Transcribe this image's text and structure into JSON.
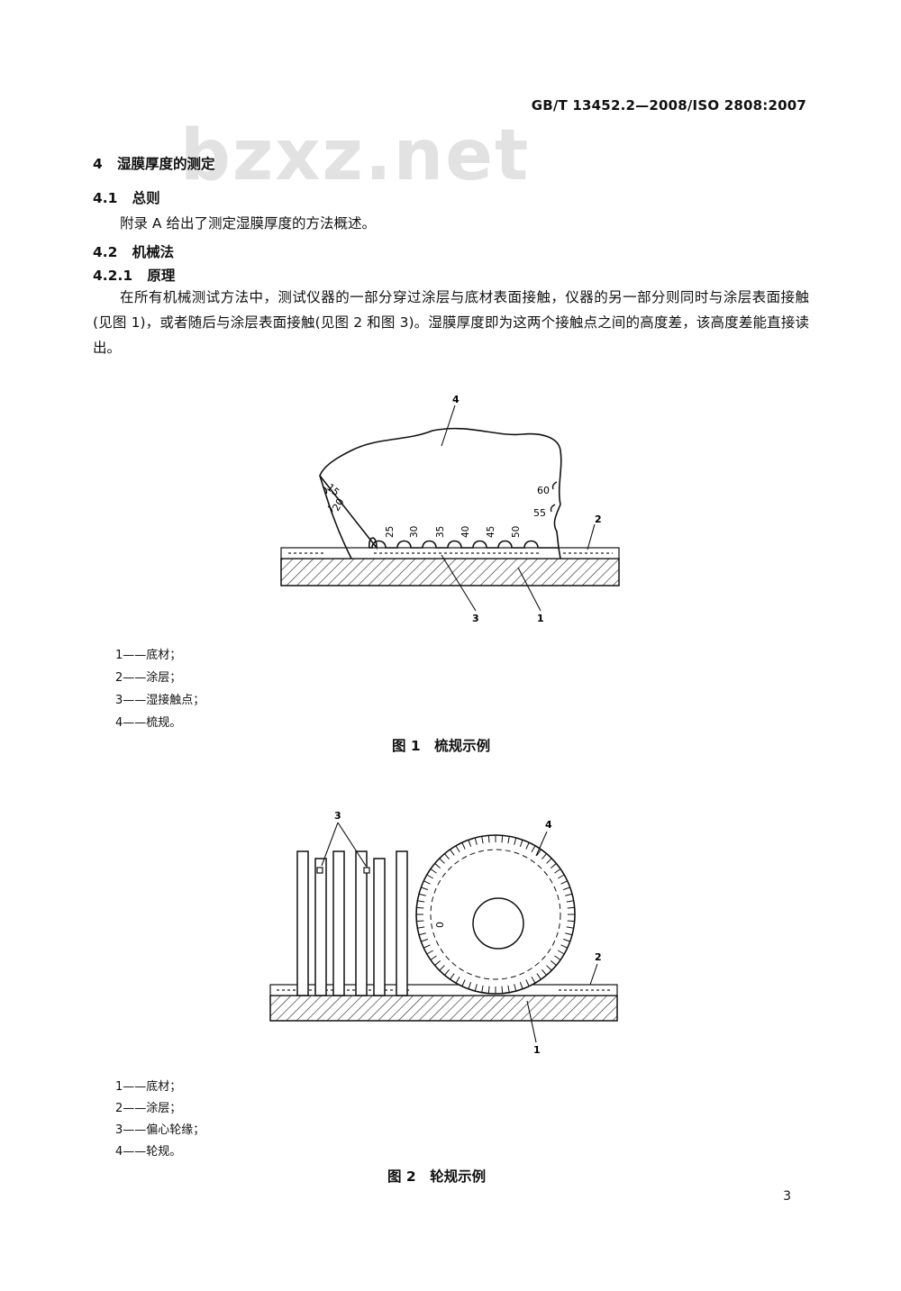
{
  "header": {
    "std_code": "GB/T 13452.2—2008/ISO 2808:2007"
  },
  "watermark": "bzxz.net",
  "section4": {
    "num": "4",
    "title": "湿膜厚度的测定"
  },
  "s41": {
    "num": "4.1",
    "title": "总则",
    "text": "附录 A 给出了测定湿膜厚度的方法概述。"
  },
  "s42": {
    "num": "4.2",
    "title": "机械法"
  },
  "s421": {
    "num": "4.2.1",
    "title": "原理",
    "text": "在所有机械测试方法中，测试仪器的一部分穿过涂层与底材表面接触，仪器的另一部分则同时与涂层表面接触(见图 1)，或者随后与涂层表面接触(见图 2 和图 3)。湿膜厚度即为这两个接触点之间的高度差，该高度差能直接读出。"
  },
  "fig1": {
    "scale_left": [
      "15",
      "20"
    ],
    "scale_right": [
      "60",
      "55"
    ],
    "teeth": [
      "25",
      "30",
      "35",
      "40",
      "45",
      "50"
    ],
    "callouts": [
      "1",
      "2",
      "3",
      "4"
    ],
    "legend": [
      "1——底材；",
      "2——涂层；",
      "3——湿接触点；",
      "4——梳规。"
    ],
    "caption": "图 1　梳规示例"
  },
  "fig2": {
    "wheel_zero": "0",
    "callouts": [
      "1",
      "2",
      "3",
      "4"
    ],
    "legend": [
      "1——底材；",
      "2——涂层；",
      "3——偏心轮缘；",
      "4——轮规。"
    ],
    "caption": "图 2　轮规示例"
  },
  "page": {
    "number": "3"
  }
}
